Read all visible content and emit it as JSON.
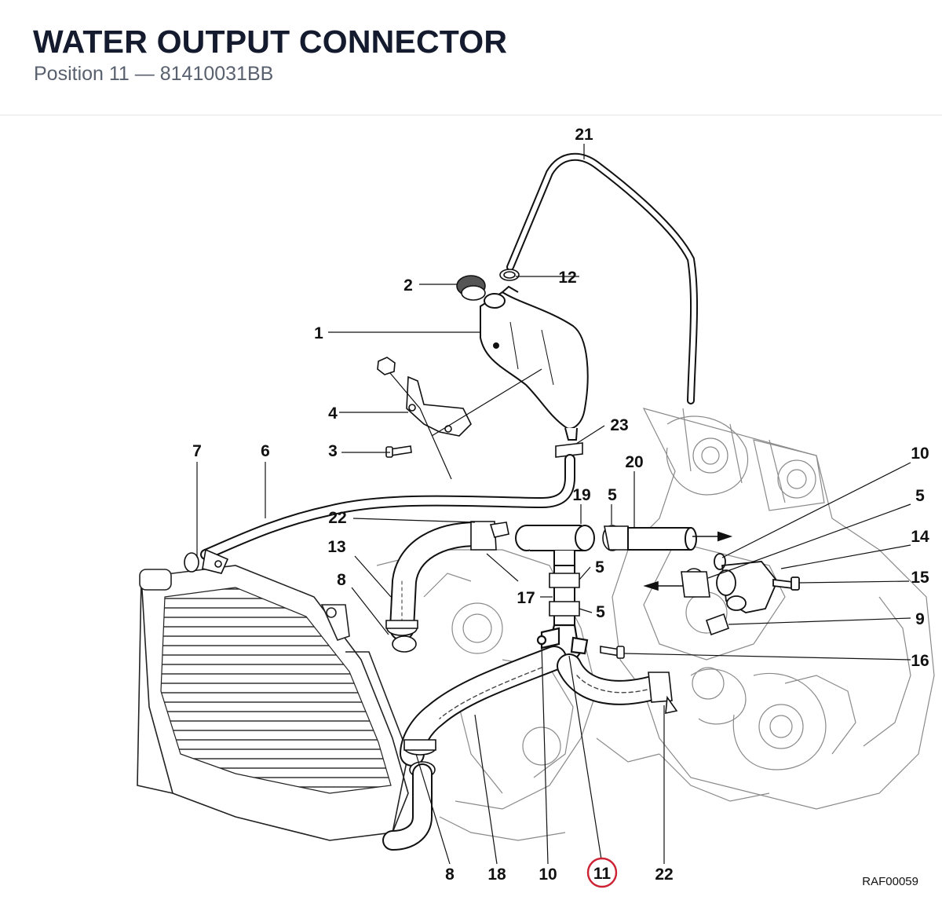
{
  "header": {
    "title": "WATER OUTPUT CONNECTOR",
    "subtitle": "Position 11 — 81410031BB"
  },
  "highlight_color": "#cc2233",
  "callouts": {
    "c21": "21",
    "c12": "12",
    "c2": "2",
    "c1": "1",
    "c4": "4",
    "c3": "3",
    "c23": "23",
    "c7": "7",
    "c6": "6",
    "c20": "20",
    "c19": "19",
    "c5a": "5",
    "c10a": "10",
    "c5b": "5",
    "c14": "14",
    "c15": "15",
    "c22a": "22",
    "c13": "13",
    "c8a": "8",
    "c17": "17",
    "c5c": "5",
    "c5d": "5",
    "c9": "9",
    "c16": "16",
    "c8b": "8",
    "c18": "18",
    "c10b": "10",
    "c11": "11",
    "c22b": "22"
  },
  "reference_code": "RAF00059"
}
